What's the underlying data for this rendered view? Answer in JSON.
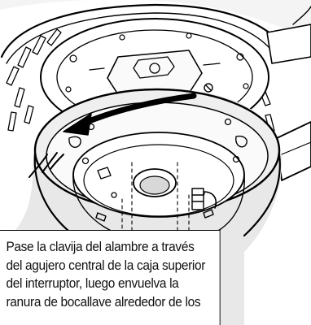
{
  "instruction": {
    "lines": [
      "Pase la clavija del alambre a través",
      "del agujero central de la caja superior",
      "del interruptor, luego envuelva la",
      "ranura de bocallave alrededor de los"
    ]
  },
  "illustration": {
    "subject": "ceiling fan switch housing assembly",
    "arrow_direction": "counter-clockwise",
    "icons": [
      "rotation-arrow-icon",
      "screw-icon",
      "wire-plug-icon"
    ]
  }
}
